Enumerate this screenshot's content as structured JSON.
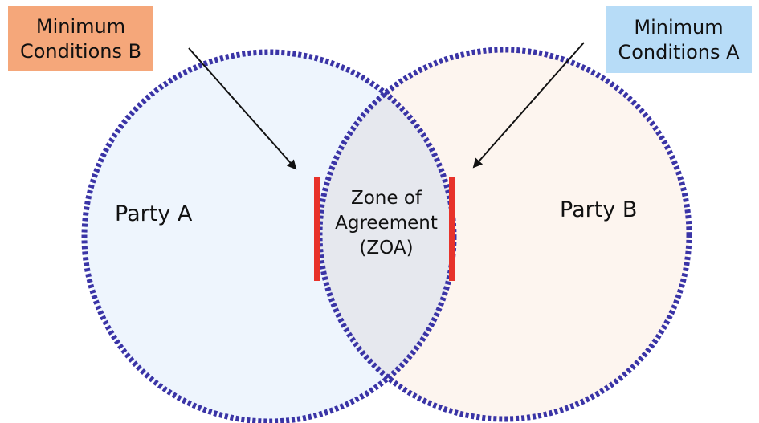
{
  "diagram": {
    "colors": {
      "circle_outline": "#3a34a6",
      "party_a_fill": "#eef5fd",
      "party_b_fill": "#fdf5ef",
      "overlap_fill": "#e6e8ee",
      "boundary_marker": "#e8322a",
      "arrow": "#111111",
      "box_b_fill": "#f5a77a",
      "box_a_fill": "#b7dcf7"
    },
    "boxes": {
      "minimum_conditions_b": [
        "Minimum",
        "Conditions B"
      ],
      "minimum_conditions_a": [
        "Minimum",
        "Conditions A"
      ]
    },
    "labels": {
      "party_a": "Party A",
      "party_b": "Party B",
      "zoa": [
        "Zone of",
        "Agreement",
        "(ZOA)"
      ]
    }
  }
}
